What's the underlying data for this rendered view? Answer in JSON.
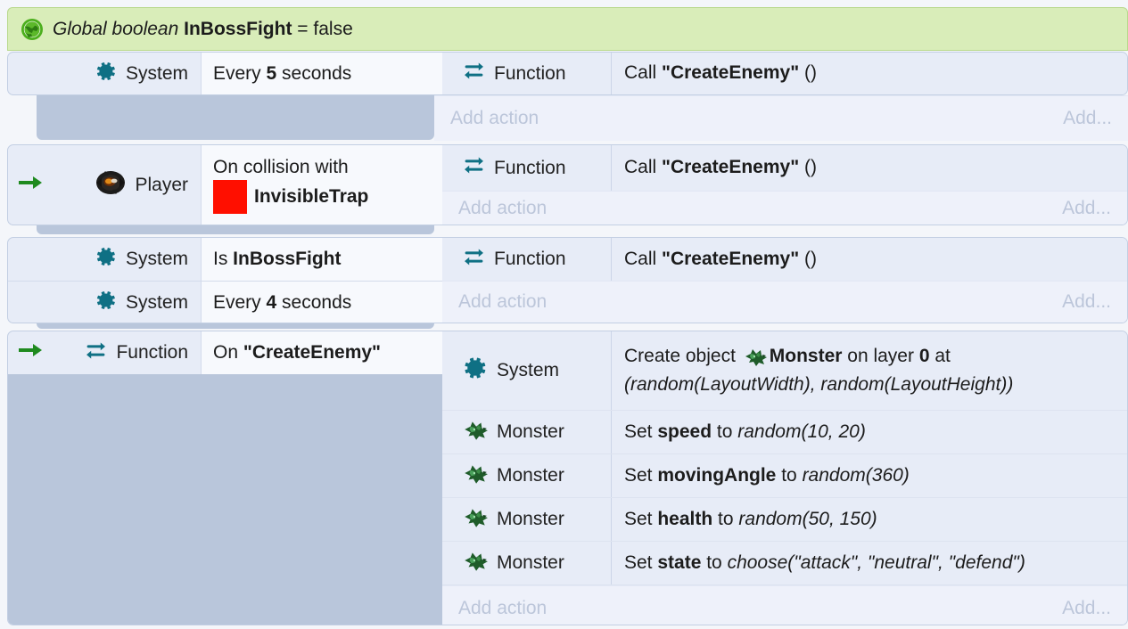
{
  "global_variable": {
    "icon": "globe-icon",
    "prefix": "Global boolean",
    "name": "InBossFight",
    "equals": "=",
    "value": "false"
  },
  "add_action_label": "Add action",
  "add_label": "Add...",
  "events": [
    {
      "id": "event-1",
      "has_arrow": false,
      "conditions": [
        {
          "icon": "system-gear-icon",
          "object": "System",
          "text_pre": "Every ",
          "text_bold": "5",
          "text_post": " seconds"
        }
      ],
      "actions": [
        {
          "icon": "function-icon",
          "object": "Function",
          "text_pre": "Call ",
          "text_bold": "\"CreateEnemy\"",
          "text_post": " ()"
        }
      ]
    },
    {
      "id": "event-2",
      "has_arrow": true,
      "conditions": [
        {
          "icon": "player-sprite-icon",
          "object": "Player",
          "line1": "On collision with",
          "swatch": "#ff0f00",
          "line2_bold": "InvisibleTrap"
        }
      ],
      "actions": [
        {
          "icon": "function-icon",
          "object": "Function",
          "text_pre": "Call ",
          "text_bold": "\"CreateEnemy\"",
          "text_post": " ()"
        }
      ]
    },
    {
      "id": "event-3",
      "has_arrow": false,
      "conditions": [
        {
          "icon": "system-gear-icon",
          "object": "System",
          "text_pre": "Is ",
          "text_bold": "InBossFight",
          "text_post": ""
        },
        {
          "icon": "system-gear-icon",
          "object": "System",
          "text_pre": "Every ",
          "text_bold": "4",
          "text_post": " seconds"
        }
      ],
      "actions": [
        {
          "icon": "function-icon",
          "object": "Function",
          "text_pre": "Call ",
          "text_bold": "\"CreateEnemy\"",
          "text_post": " ()"
        }
      ]
    },
    {
      "id": "event-4",
      "has_arrow": true,
      "conditions": [
        {
          "icon": "function-icon",
          "object": "Function",
          "text_pre": "On ",
          "text_bold": "\"CreateEnemy\"",
          "text_post": ""
        }
      ],
      "actions": [
        {
          "icon": "system-gear-icon",
          "object": "System",
          "line1_a": "Create object ",
          "inline_icon": "monster-sprite-icon",
          "line1_bold": "Monster",
          "line1_b": " on layer ",
          "line1_bold2": "0",
          "line1_c": " at",
          "line2_italic": "(random(LayoutWidth), random(LayoutHeight))"
        },
        {
          "icon": "monster-sprite-icon",
          "object": "Monster",
          "text_pre": "Set ",
          "text_bold": "speed",
          "text_mid": " to ",
          "text_italic": "random(10, 20)"
        },
        {
          "icon": "monster-sprite-icon",
          "object": "Monster",
          "text_pre": "Set ",
          "text_bold": "movingAngle",
          "text_mid": " to ",
          "text_italic": "random(360)"
        },
        {
          "icon": "monster-sprite-icon",
          "object": "Monster",
          "text_pre": "Set ",
          "text_bold": "health",
          "text_mid": " to ",
          "text_italic": "random(50, 150)"
        },
        {
          "icon": "monster-sprite-icon",
          "object": "Monster",
          "text_pre": "Set ",
          "text_bold": "state",
          "text_mid": " to ",
          "text_italic": "choose(\"attack\", \"neutral\", \"defend\")"
        }
      ]
    }
  ],
  "colors": {
    "global_bar_bg": "#d9edb9",
    "event_bg": "#e7ecf7",
    "condition_bg": "#f7f9fd",
    "gutter": "#b9c6db",
    "icon_teal": "#0f7084",
    "arrow_green": "#1f8a1f",
    "placeholder": "#bcc6da",
    "sprite_red": "#ff0f00"
  }
}
